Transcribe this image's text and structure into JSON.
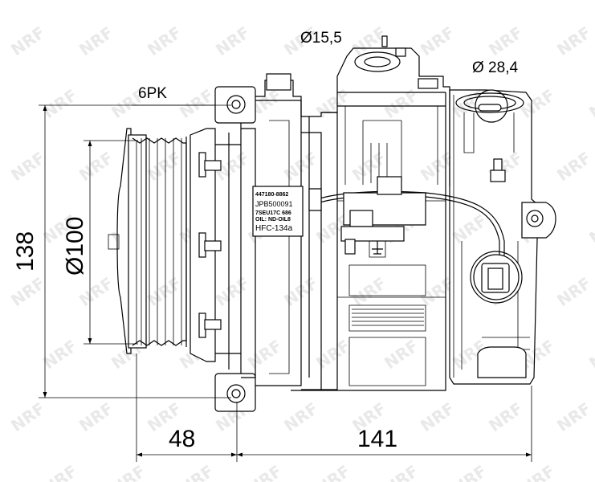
{
  "watermark": "NRF",
  "dimensions": {
    "belt": "6PK",
    "suction_port": "Ø15,5",
    "discharge_port": "Ø 28,4",
    "height": "138",
    "pulley_diameter": "Ø100",
    "pulley_offset": "48",
    "body_length": "141"
  },
  "label_plate": {
    "line1": "447180-8862",
    "line2": "JPB500091",
    "line3": "7SEU17C  686",
    "line4": "OIL: ND-OIL8",
    "line5": "HFC-134a"
  }
}
